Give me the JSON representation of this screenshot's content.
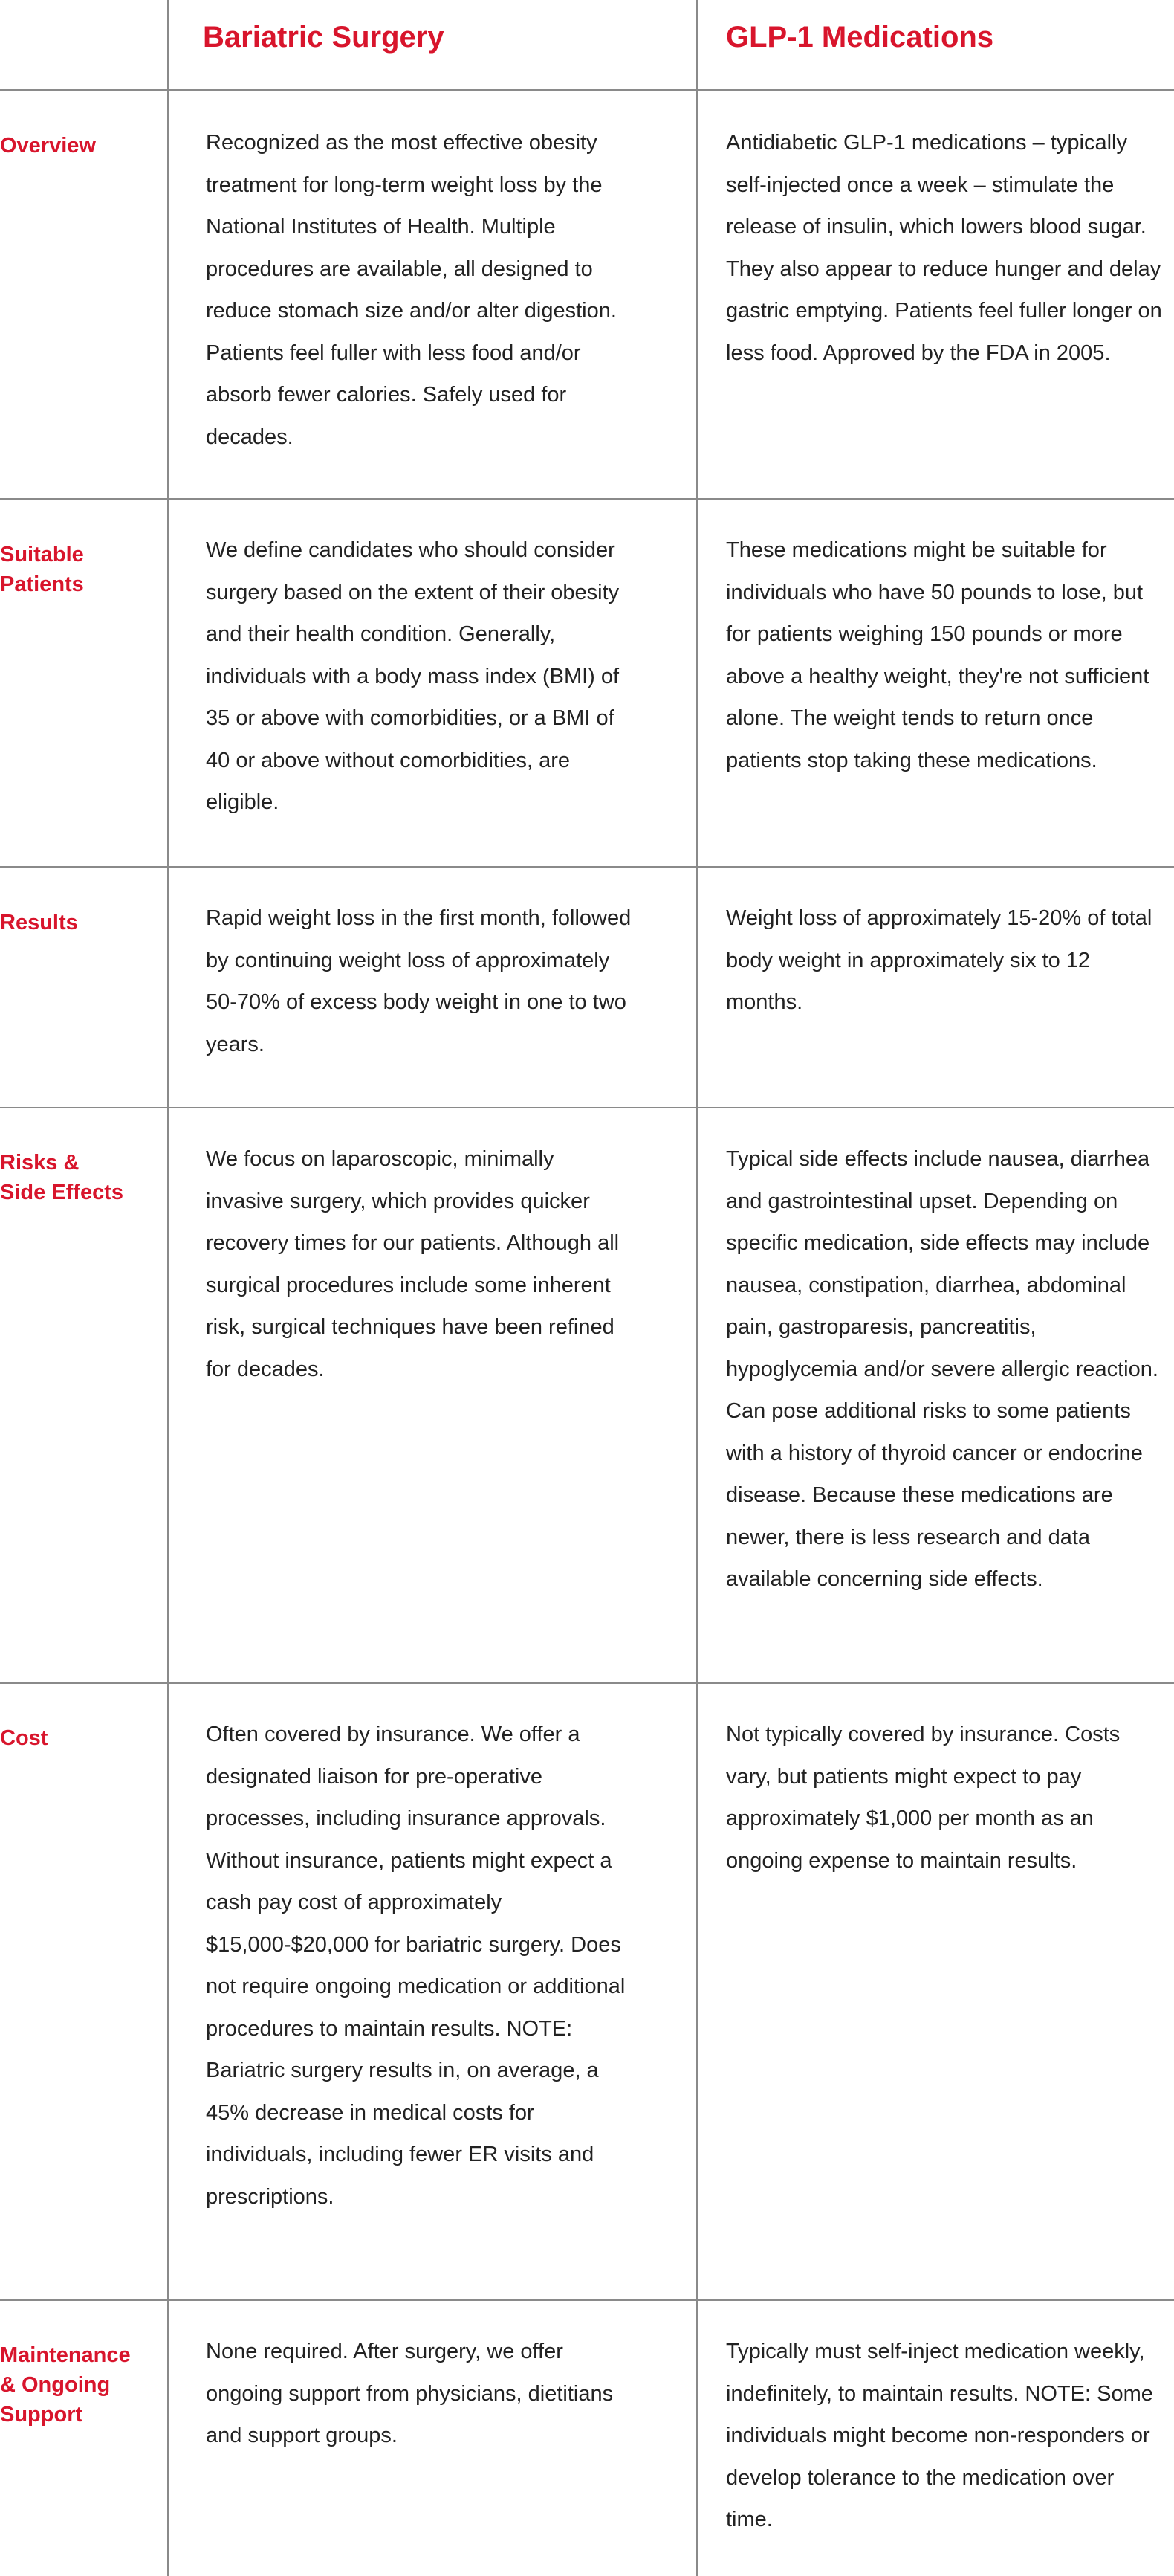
{
  "columns": {
    "col1": "Bariatric Surgery",
    "col2": "GLP-1 Medications"
  },
  "rows": [
    {
      "label": "Overview",
      "surgery": "Recognized as the most effective obesity treatment for long-term weight loss by the National Institutes of Health. Multiple procedures are available, all designed to reduce stomach size and/or alter digestion. Patients feel fuller with less food and/or absorb fewer calories. Safely used for decades.",
      "glp1": "Antidiabetic GLP-1 medications – typically self-injected once a week – stimulate the release of insulin, which lowers blood sugar. They also appear to reduce hunger and delay gastric emptying. Patients feel fuller longer on less food. Approved by the FDA in 2005."
    },
    {
      "label": "Suitable\nPatients",
      "surgery": "We define candidates who should consider surgery based on the extent of their obesity and their health condition. Generally, individuals with a body mass index (BMI) of 35 or above with comorbidities, or a BMI of 40 or above without comorbidities, are eligible.",
      "glp1": "These medications might be suitable for individuals who have 50 pounds to lose, but for patients weighing 150 pounds or more above a healthy weight, they're not sufficient alone. The weight tends to return once patients stop taking these medications."
    },
    {
      "label": "Results",
      "surgery": "Rapid weight loss in the first month, followed by continuing weight loss of approximately 50-70% of excess body weight in one to two years.",
      "glp1": "Weight loss of approximately 15-20% of total body weight in approximately six to 12 months."
    },
    {
      "label": "Risks &\nSide Effects",
      "surgery": "We focus on laparoscopic, minimally invasive surgery, which provides quicker recovery times for our patients. Although all surgical procedures include some inherent risk, surgical techniques have been refined for decades.",
      "glp1": "Typical side effects include nausea, diarrhea and gastrointestinal upset. Depending on specific medication, side effects may include nausea, constipation, diarrhea, abdominal pain, gastroparesis, pancreatitis, hypoglycemia and/or severe allergic reaction. Can pose additional risks to some patients with a history of thyroid cancer or endocrine disease. Because these medications are newer, there is less research and data available concerning side effects."
    },
    {
      "label": "Cost",
      "surgery": "Often covered by insurance. We offer a designated liaison for pre-operative processes, including insurance approvals. Without insurance, patients might expect a cash pay cost of approximately $15,000-$20,000 for bariatric surgery. Does not require ongoing medication or additional procedures to maintain results. NOTE: Bariatric surgery results in, on average, a 45% decrease in medical costs for individuals, including fewer ER visits and prescriptions.",
      "glp1": "Not typically covered by insurance. Costs vary, but patients might expect to pay approximately $1,000 per month as an ongoing expense to maintain results."
    },
    {
      "label": "Maintenance\n& Ongoing\nSupport",
      "surgery": "None required. After surgery, we offer ongoing support from physicians, dietitians and support groups.",
      "glp1": "Typically must self-inject medication weekly, indefinitely, to maintain results. NOTE: Some individuals might become non-responders or develop tolerance to the medication over time."
    }
  ]
}
